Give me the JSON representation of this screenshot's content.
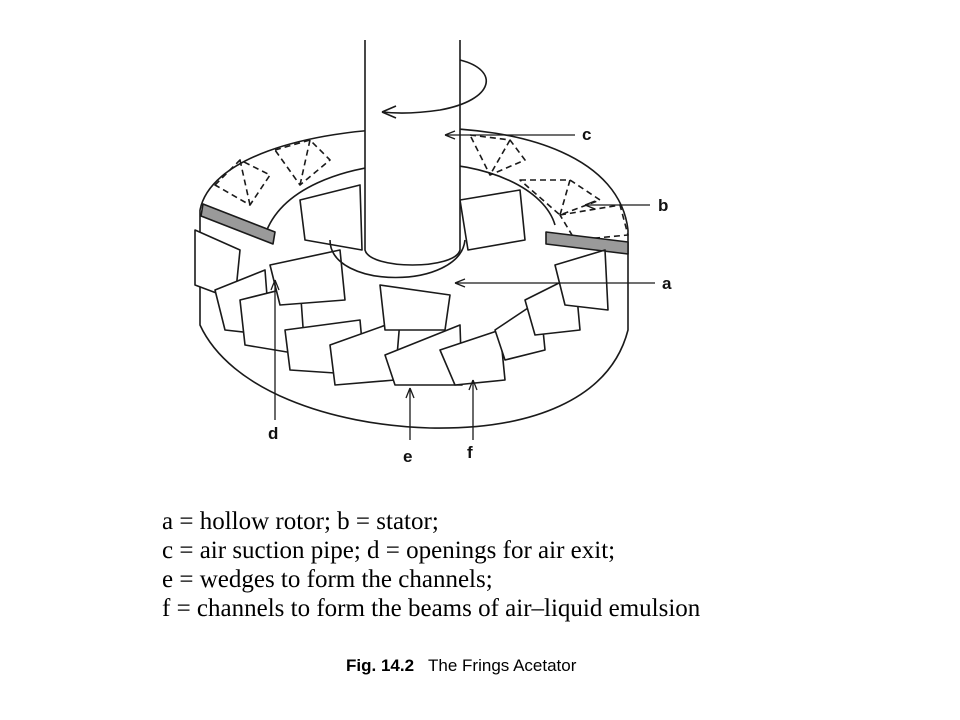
{
  "diagram": {
    "labels": {
      "a": "a",
      "b": "b",
      "c": "c",
      "d": "d",
      "e": "e",
      "f": "f"
    }
  },
  "legend": [
    "a = hollow rotor; b = stator;",
    "c = air suction pipe; d = openings for air exit;",
    "e = wedges to form the channels;",
    "f = channels to form the beams of air–liquid emulsion"
  ],
  "caption": {
    "number": "Fig. 14.2",
    "title": "The Frings Acetator"
  }
}
